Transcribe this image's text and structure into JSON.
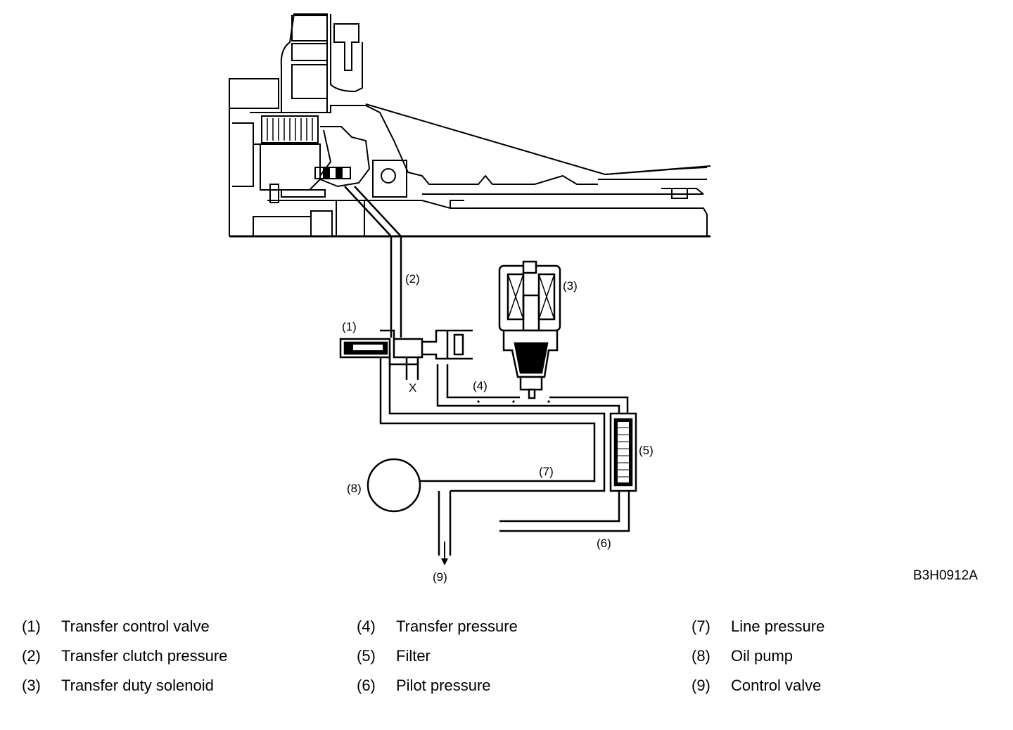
{
  "diagram": {
    "callouts": {
      "c1": "(1)",
      "c2": "(2)",
      "c3": "(3)",
      "c4": "(4)",
      "c5": "(5)",
      "c6": "(6)",
      "c7": "(7)",
      "c8": "(8)",
      "c9": "(9)",
      "x": "X"
    },
    "code": "B3H0912A"
  },
  "legend": [
    {
      "num": "(1)",
      "label": "Transfer control valve"
    },
    {
      "num": "(2)",
      "label": "Transfer clutch pressure"
    },
    {
      "num": "(3)",
      "label": "Transfer duty solenoid"
    },
    {
      "num": "(4)",
      "label": "Transfer pressure"
    },
    {
      "num": "(5)",
      "label": "Filter"
    },
    {
      "num": "(6)",
      "label": "Pilot pressure"
    },
    {
      "num": "(7)",
      "label": "Line pressure"
    },
    {
      "num": "(8)",
      "label": "Oil pump"
    },
    {
      "num": "(9)",
      "label": "Control valve"
    }
  ]
}
